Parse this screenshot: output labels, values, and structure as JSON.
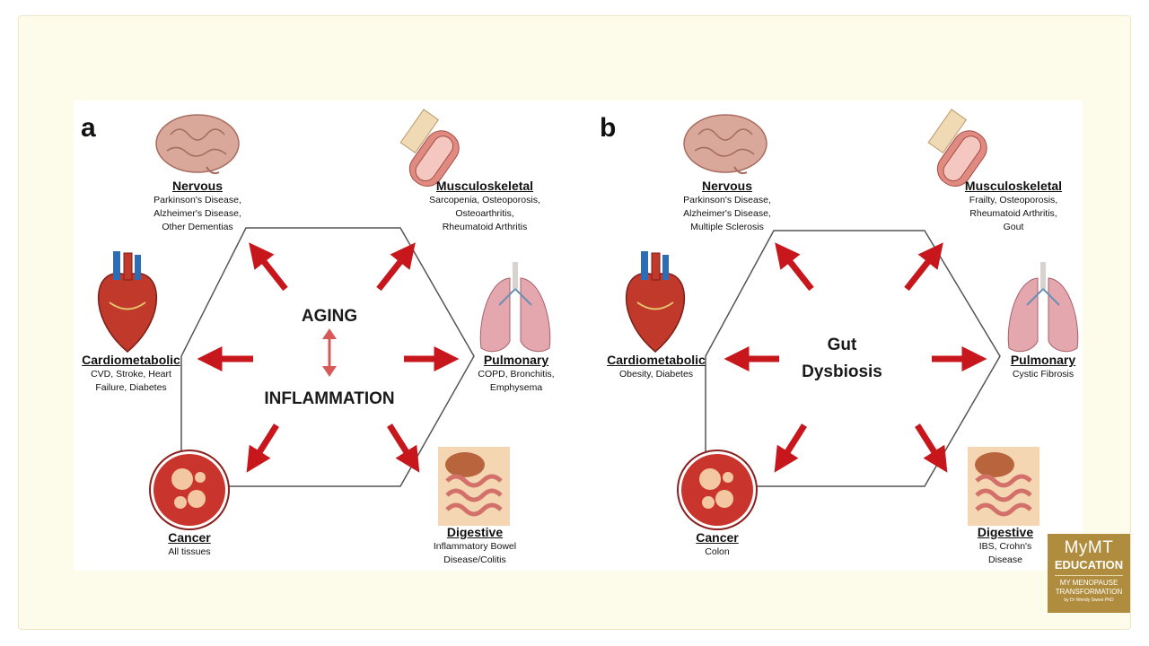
{
  "panels": [
    {
      "letter": "a",
      "center": [
        "AGING",
        "INFLAMMATION"
      ],
      "organs": {
        "nervous": {
          "title": "Nervous",
          "desc": "Parkinson's Disease,\nAlzheimer's Disease,\nOther Dementias"
        },
        "musculoskeletal": {
          "title": "Musculoskeletal",
          "desc": "Sarcopenia, Osteoporosis,\nOsteoarthritis,\nRheumatoid Arthritis"
        },
        "cardiometabolic": {
          "title": "Cardiometabolic",
          "desc": "CVD, Stroke, Heart\nFailure, Diabetes"
        },
        "pulmonary": {
          "title": "Pulmonary",
          "desc": "COPD, Bronchitis,\nEmphysema"
        },
        "cancer": {
          "title": "Cancer",
          "desc": "All tissues"
        },
        "digestive": {
          "title": "Digestive",
          "desc": "Inflammatory Bowel\nDisease/Colitis"
        }
      }
    },
    {
      "letter": "b",
      "center": [
        "Gut",
        "Dysbiosis"
      ],
      "organs": {
        "nervous": {
          "title": "Nervous",
          "desc": "Parkinson's Disease,\nAlzheimer's Disease,\nMultiple Sclerosis"
        },
        "musculoskeletal": {
          "title": "Musculoskeletal",
          "desc": "Frailty, Osteoporosis,\nRheumatoid Arthritis,\nGout"
        },
        "cardiometabolic": {
          "title": "Cardiometabolic",
          "desc": "Obesity, Diabetes"
        },
        "pulmonary": {
          "title": "Pulmonary",
          "desc": "Cystic Fibrosis"
        },
        "cancer": {
          "title": "Cancer",
          "desc": "Colon"
        },
        "digestive": {
          "title": "Digestive",
          "desc": "IBS, Crohn's\nDisease"
        }
      }
    }
  ],
  "logo": {
    "line1": "MyMT",
    "line2": "EDUCATION",
    "line3": "MY MENOPAUSE",
    "line4": "TRANSFORMATION",
    "line5": "by Dr Wendy Sweet PhD"
  },
  "colors": {
    "arrow": "#c8161d",
    "hexagon": "#555555",
    "brain": "#d9a89a",
    "heart": "#c0392b",
    "lung": "#e5a7ae",
    "logo": "#b08d3e"
  }
}
